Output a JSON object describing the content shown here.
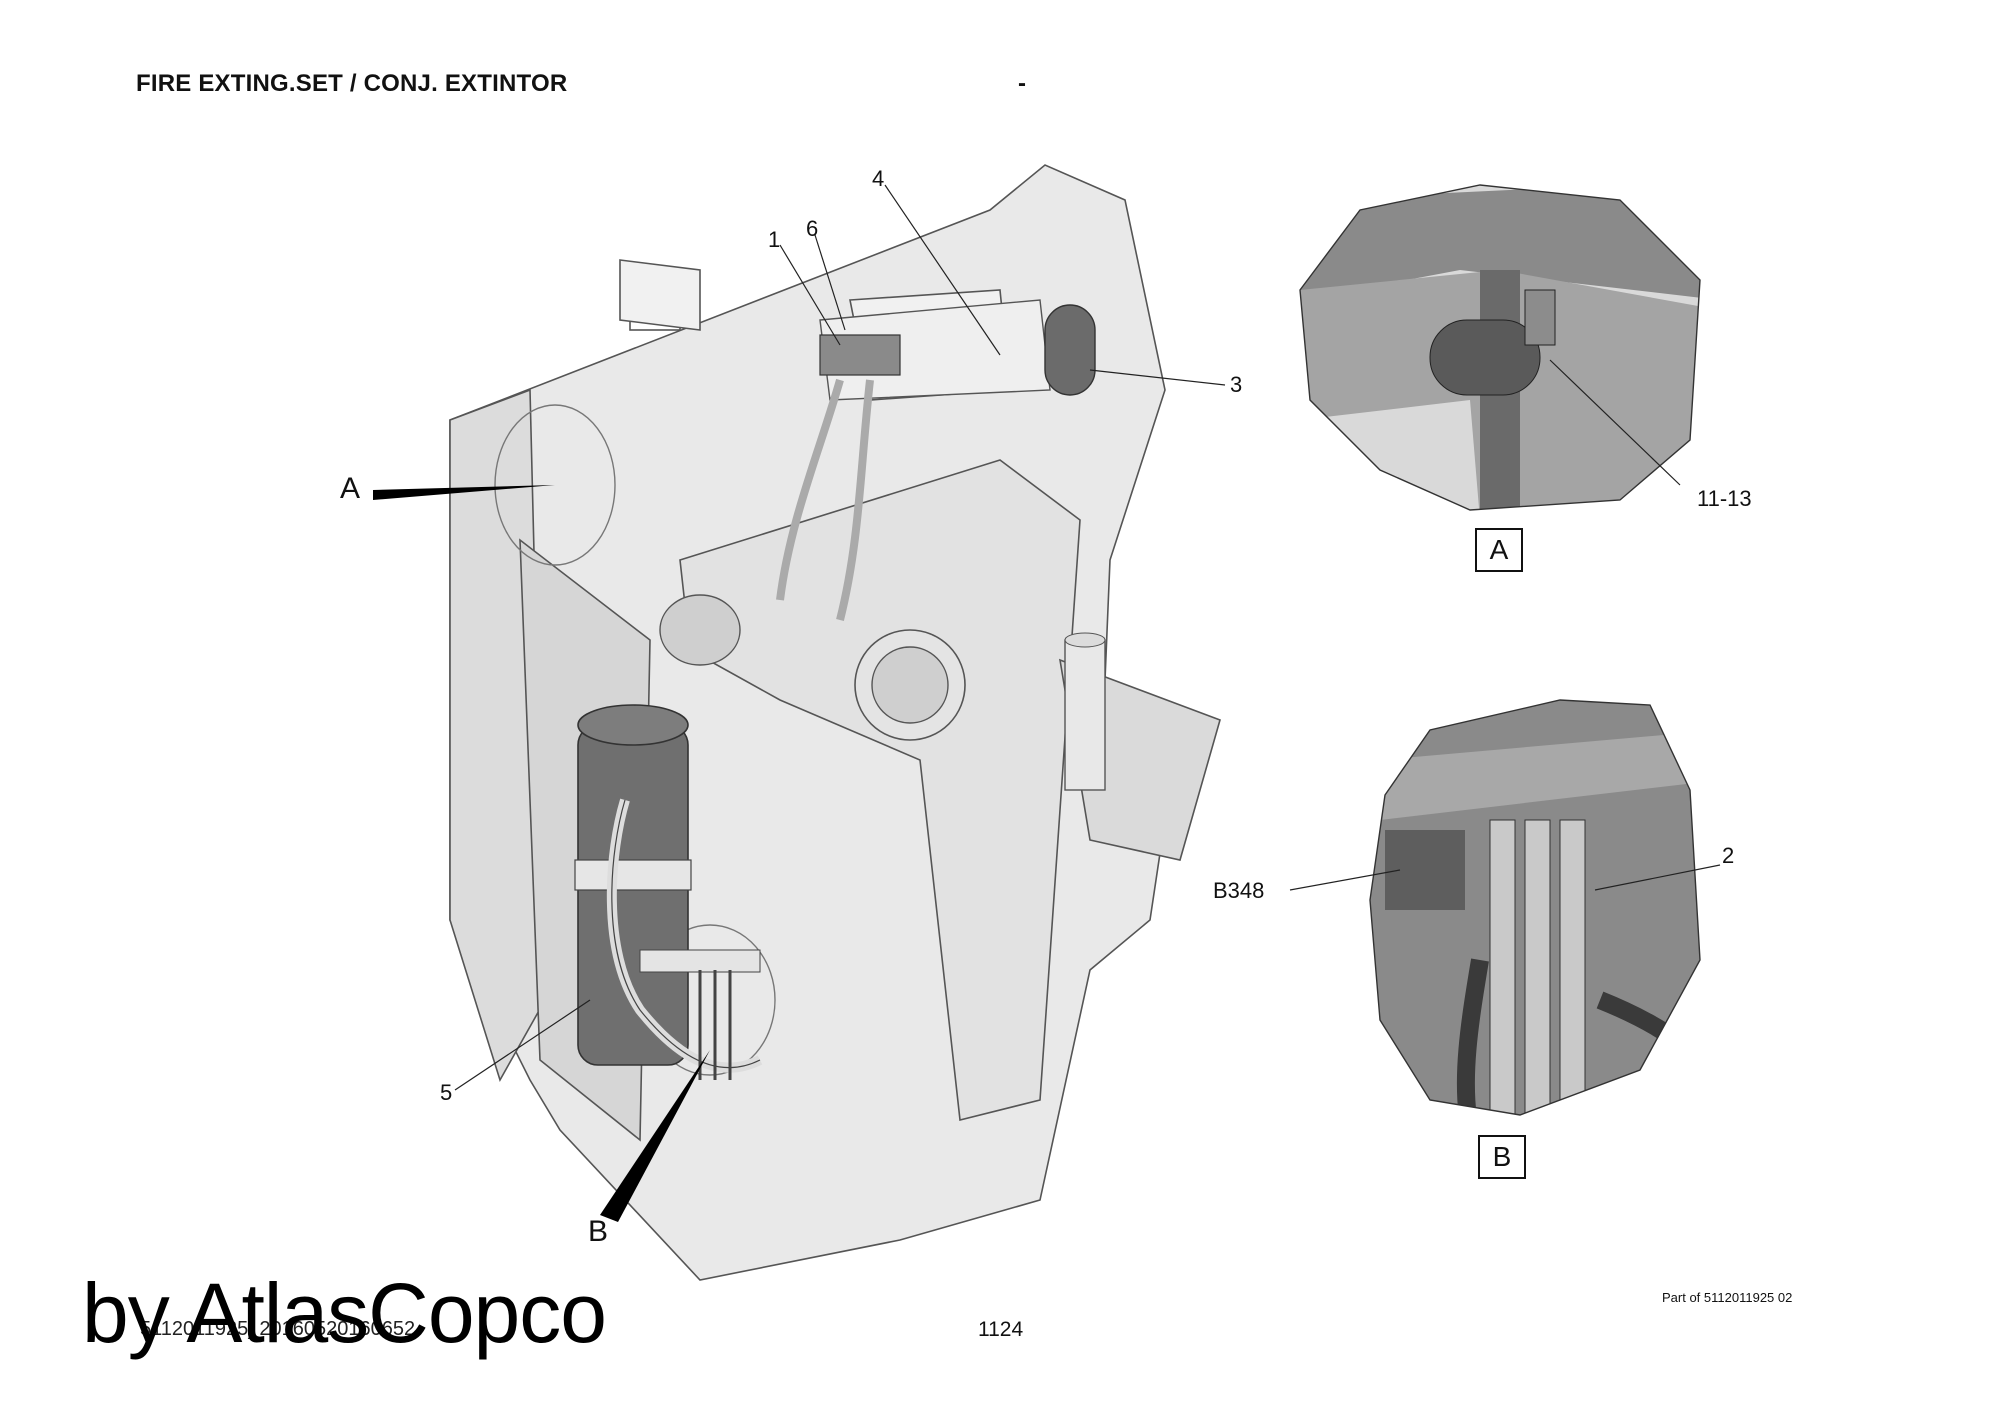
{
  "header": {
    "title": "FIRE EXTING.SET / CONJ. EXTINTOR",
    "separator": "-"
  },
  "callouts": {
    "c1": "1",
    "c2": "2",
    "c3": "3",
    "c4": "4",
    "c5": "5",
    "c6": "6",
    "c11_13": "11-13",
    "b348": "B348"
  },
  "detail_pointers": {
    "a": "A",
    "b": "B"
  },
  "detail_labels": {
    "a": "A",
    "b": "B"
  },
  "footer": {
    "doc_id": "5112011925_20160520160652",
    "page_number": "1124",
    "part_of": "Part of 5112011925 02"
  },
  "watermark": "by AtlasCopco",
  "colors": {
    "frame_fill": "#e9e9e9",
    "frame_stroke": "#555555",
    "component_dark": "#6f6f6f",
    "detail_bg": "#8a8a8a"
  }
}
